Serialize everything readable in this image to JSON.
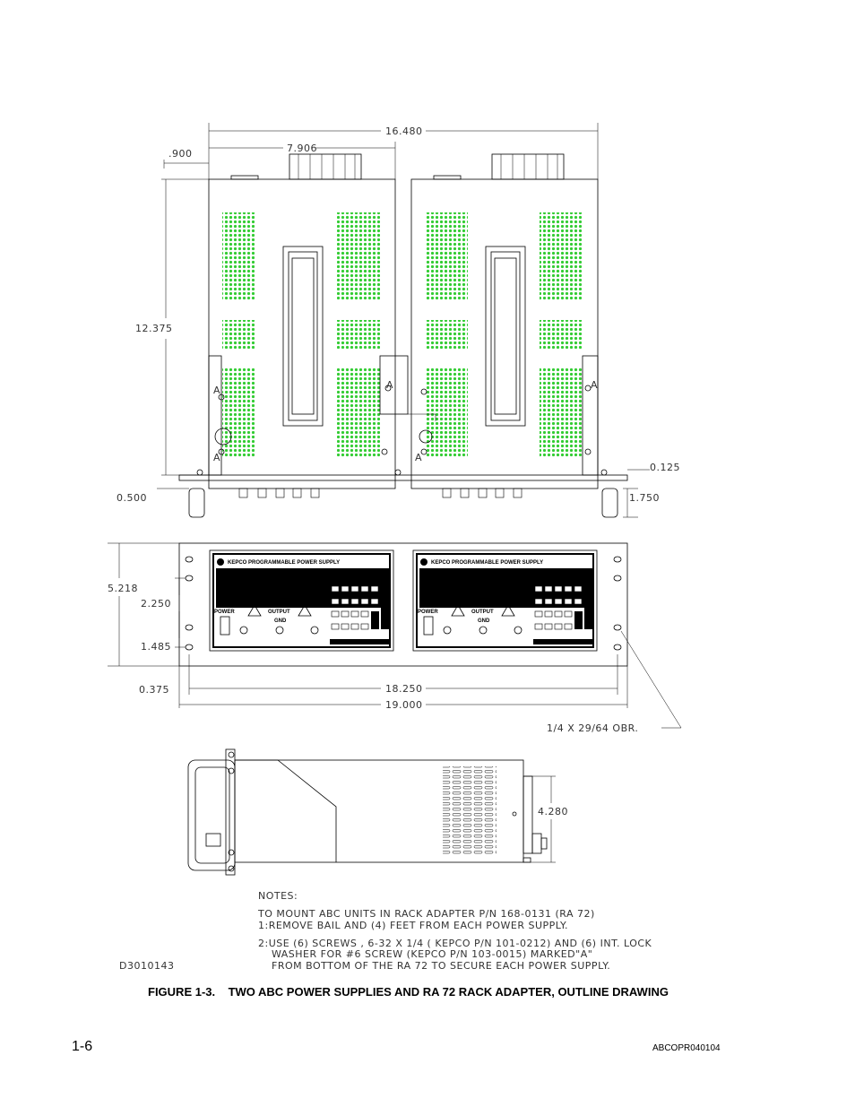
{
  "top_view": {
    "dims": {
      "overall_width": "16.480",
      "half_width": "7.906",
      "offset": ".900",
      "depth": "12.375",
      "foot_height": "0.125",
      "rear_offset": "0.500",
      "bail": "1.750"
    },
    "mark": "A"
  },
  "front_view": {
    "dims": {
      "height": "5.218",
      "mid": "2.250",
      "lower": "1.485",
      "edge": "0.375",
      "hole_spacing": "18.250",
      "panel_width": "19.000"
    },
    "hole_callout": "1/4 X 29/64 OBR.",
    "unit": {
      "brand": "KEPCO PROGRAMMABLE POWER SUPPLY",
      "displays": [
        "ALPHANUMERIC LCD DISPLAY",
        "ALPHANUMERIC LCD DISPLAY"
      ],
      "power_label": "POWER",
      "output_label": "OUTPUT",
      "gnd_label": "GND"
    }
  },
  "side_view": {
    "dims": {
      "height": "4.280"
    }
  },
  "notes": {
    "heading": "NOTES:",
    "lines": [
      "TO MOUNT ABC UNITS IN RACK ADAPTER P/N 168-0131 (RA 72)",
      "1:REMOVE BAIL AND (4) FEET  FROM EACH POWER SUPPLY.",
      "2:USE (6) SCREWS , 6-32 X 1/4 ( KEPCO P/N 101-0212) AND (6) INT. LOCK",
      "WASHER FOR #6 SCREW (KEPCO P/N 103-0015) MARKED\"A\"",
      "FROM BOTTOM OF THE RA 72 TO SECURE EACH POWER SUPPLY."
    ]
  },
  "drawing_id": "D3010143",
  "caption": {
    "label": "FIGURE 1-3.",
    "title": "TWO ABC POWER SUPPLIES AND RA 72 RACK ADAPTER, OUTLINE DRAWING"
  },
  "page_number": "1-6",
  "document_id": "ABCOPR040104",
  "colors": {
    "vent_dots": "#33cc33",
    "line": "#000000"
  }
}
